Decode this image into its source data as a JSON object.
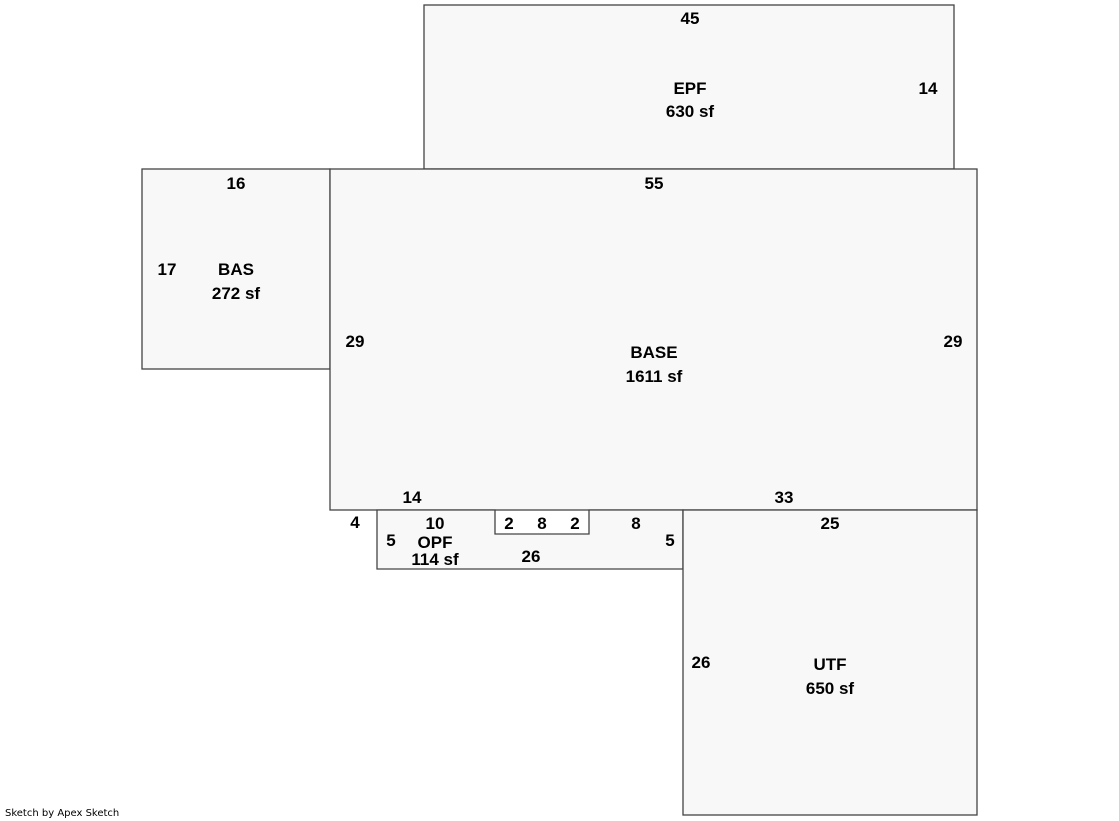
{
  "areas": {
    "epf": {
      "name": "EPF",
      "area": "630 sf",
      "dims": [
        "45",
        "14"
      ]
    },
    "bas": {
      "name": "BAS",
      "area": "272 sf",
      "dims": [
        "16",
        "17"
      ]
    },
    "base": {
      "name": "BASE",
      "area": "1611 sf",
      "dims": [
        "55",
        "29",
        "29",
        "14",
        "33"
      ]
    },
    "opf": {
      "name": "OPF",
      "area": "114 sf",
      "dims": [
        "4",
        "10",
        "5",
        "2",
        "8",
        "2",
        "8",
        "5",
        "26"
      ]
    },
    "utf": {
      "name": "UTF",
      "area": "650 sf",
      "dims": [
        "25",
        "26"
      ]
    }
  },
  "credit": "Sketch by Apex Sketch"
}
